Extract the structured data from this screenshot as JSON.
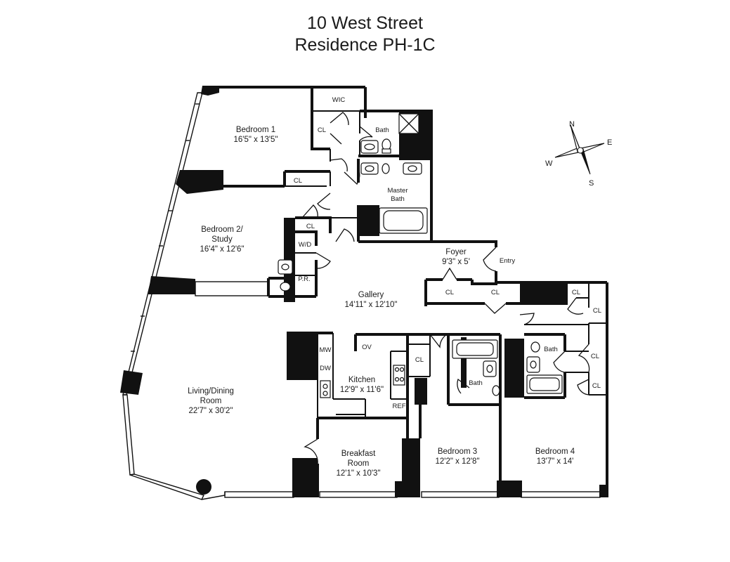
{
  "title": {
    "line1": "10 West Street",
    "line2": "Residence PH-1C"
  },
  "rooms": {
    "bedroom1": {
      "name": "Bedroom 1",
      "dim": "16'5\" x 13'5\""
    },
    "bedroom2": {
      "name1": "Bedroom 2/",
      "name2": "Study",
      "dim": "16'4\" x 12'6\""
    },
    "living": {
      "name1": "Living/Dining",
      "name2": "Room",
      "dim": "22'7\" x 30'2\""
    },
    "gallery": {
      "name": "Gallery",
      "dim": "14'11\" x 12'10\""
    },
    "foyer": {
      "name": "Foyer",
      "dim": "9'3\" x 5'"
    },
    "kitchen": {
      "name": "Kitchen",
      "dim": "12'9\" x 11'6\""
    },
    "breakfast": {
      "name1": "Breakfast",
      "name2": "Room",
      "dim": "12'1\" x 10'3\""
    },
    "bedroom3": {
      "name": "Bedroom 3",
      "dim": "12'2\" x 12'8\""
    },
    "bedroom4": {
      "name": "Bedroom 4",
      "dim": "13'7\" x 14'"
    },
    "master_bath": {
      "name1": "Master",
      "name2": "Bath"
    }
  },
  "labels": {
    "wic": "WIC",
    "cl": "CL",
    "bath": "Bath",
    "wd": "W/D",
    "pr": "P.R.",
    "entry": "Entry",
    "mw": "MW",
    "dw": "DW",
    "ov": "OV",
    "ref": "REF"
  },
  "compass": {
    "n": "N",
    "e": "E",
    "s": "S",
    "w": "W"
  }
}
